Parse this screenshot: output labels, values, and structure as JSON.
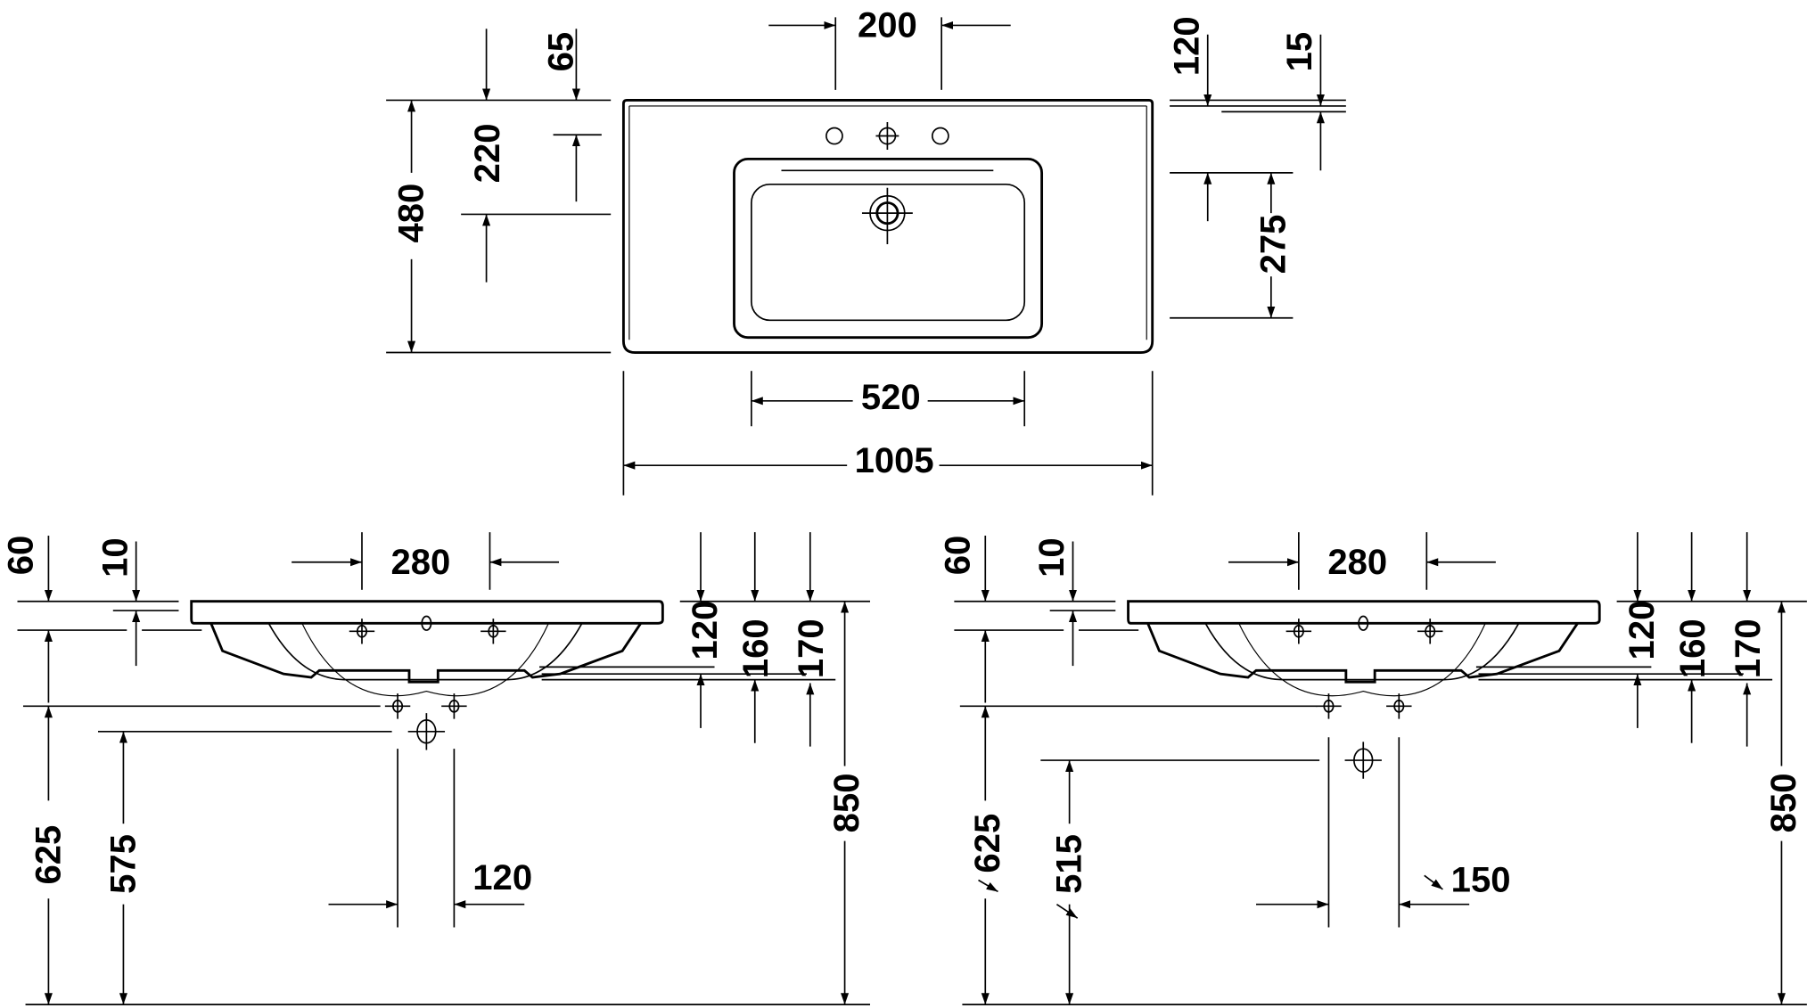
{
  "top_view": {
    "labels": {
      "d200": "200",
      "d65": "65",
      "d220": "220",
      "d480": "480",
      "d120": "120",
      "d15": "15",
      "d275": "275",
      "d520": "520",
      "d1005": "1005"
    }
  },
  "side_view_left": {
    "labels": {
      "d60": "60",
      "d10": "10",
      "d280": "280",
      "d120v": "120",
      "d160": "160",
      "d170": "170",
      "d850": "850",
      "d625": "625",
      "d575": "575",
      "d120h": "120"
    }
  },
  "side_view_right": {
    "labels": {
      "d60": "60",
      "d10": "10",
      "d280": "280",
      "d120v": "120",
      "d160": "160",
      "d170": "170",
      "d850": "850",
      "d625": "625",
      "d515": "515",
      "d150": "150"
    }
  },
  "colors": {
    "line": "#000000",
    "background": "#ffffff"
  }
}
